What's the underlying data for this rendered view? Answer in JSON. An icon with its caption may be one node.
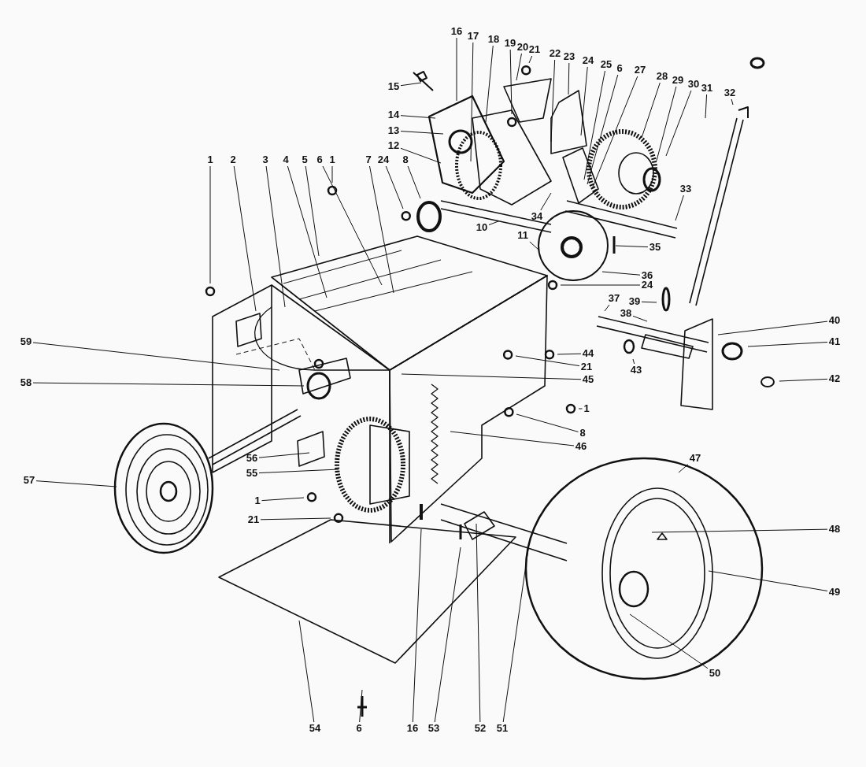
{
  "diagram": {
    "nodes": [
      {
        "text": [
          "16"
        ]
      },
      {
        "text": [
          "17"
        ]
      },
      {
        "text": [
          "18"
        ]
      },
      {
        "text": [
          "19"
        ]
      },
      {
        "text": [
          "20"
        ]
      },
      {
        "text": [
          "21"
        ]
      },
      {
        "text": [
          "22"
        ]
      },
      {
        "text": [
          "23"
        ]
      },
      {
        "text": [
          "24"
        ]
      },
      {
        "text": [
          "25"
        ]
      },
      {
        "text": [
          "6"
        ]
      },
      {
        "text": [
          "27"
        ]
      },
      {
        "text": [
          "28"
        ]
      },
      {
        "text": [
          "29"
        ]
      },
      {
        "text": [
          "30"
        ]
      },
      {
        "text": [
          "31"
        ]
      },
      {
        "text": [
          "32"
        ]
      },
      {
        "text": [
          "15"
        ]
      },
      {
        "text": [
          "14"
        ]
      },
      {
        "text": [
          "13"
        ]
      },
      {
        "text": [
          "12"
        ]
      },
      {
        "text": [
          "1"
        ]
      },
      {
        "text": [
          "2"
        ]
      },
      {
        "text": [
          "3"
        ]
      },
      {
        "text": [
          "4"
        ]
      },
      {
        "text": [
          "5"
        ]
      },
      {
        "text": [
          "6"
        ]
      },
      {
        "text": [
          "1"
        ]
      },
      {
        "text": [
          "7"
        ]
      },
      {
        "text": [
          "24"
        ]
      },
      {
        "text": [
          "8"
        ]
      },
      {
        "text": [
          "33"
        ]
      },
      {
        "text": [
          "34"
        ]
      },
      {
        "text": [
          "10"
        ]
      },
      {
        "text": [
          "11"
        ]
      },
      {
        "text": [
          "35"
        ]
      },
      {
        "text": [
          "36"
        ]
      },
      {
        "text": [
          "24"
        ]
      },
      {
        "text": [
          "37"
        ]
      },
      {
        "text": [
          "39"
        ]
      },
      {
        "text": [
          "38"
        ]
      },
      {
        "text": [
          "40"
        ]
      },
      {
        "text": [
          "59"
        ]
      },
      {
        "text": [
          "41"
        ]
      },
      {
        "text": [
          "44"
        ]
      },
      {
        "text": [
          "21"
        ]
      },
      {
        "text": [
          "43"
        ]
      },
      {
        "text": [
          "45"
        ]
      },
      {
        "text": [
          "42"
        ]
      },
      {
        "text": [
          "58"
        ]
      },
      {
        "text": [
          "1"
        ]
      },
      {
        "text": [
          "8"
        ]
      },
      {
        "text": [
          "46"
        ]
      },
      {
        "text": [
          "47"
        ]
      },
      {
        "text": [
          "56"
        ]
      },
      {
        "text": [
          "55"
        ]
      },
      {
        "text": [
          "57"
        ]
      },
      {
        "text": [
          "1"
        ]
      },
      {
        "text": [
          "21"
        ]
      },
      {
        "text": [
          "48"
        ]
      },
      {
        "text": [
          "49"
        ]
      },
      {
        "text": [
          "50"
        ]
      },
      {
        "text": [
          "54"
        ]
      },
      {
        "text": [
          "6"
        ]
      },
      {
        "text": [
          "16"
        ]
      },
      {
        "text": [
          "53"
        ]
      },
      {
        "text": [
          "52"
        ]
      },
      {
        "text": [
          "51"
        ]
      }
    ],
    "edges": [
      {
        "from": 0,
        "to": null,
        "arrow": "none"
      },
      {
        "from": 1,
        "to": null,
        "arrow": "none"
      },
      {
        "from": 2,
        "to": null,
        "arrow": "none"
      },
      {
        "from": 3,
        "to": null,
        "arrow": "none"
      },
      {
        "from": 4,
        "to": null,
        "arrow": "none"
      },
      {
        "from": 5,
        "to": null,
        "arrow": "none"
      },
      {
        "from": 6,
        "to": null,
        "arrow": "none"
      },
      {
        "from": 7,
        "to": null,
        "arrow": "none"
      },
      {
        "from": 8,
        "to": null,
        "arrow": "none"
      },
      {
        "from": 9,
        "to": null,
        "arrow": "none"
      },
      {
        "from": 10,
        "to": null,
        "arrow": "none"
      },
      {
        "from": 11,
        "to": null,
        "arrow": "none"
      },
      {
        "from": 12,
        "to": null,
        "arrow": "none"
      },
      {
        "from": 13,
        "to": null,
        "arrow": "none"
      },
      {
        "from": 14,
        "to": null,
        "arrow": "none"
      },
      {
        "from": 15,
        "to": null,
        "arrow": "none"
      },
      {
        "from": 16,
        "to": null,
        "arrow": "none"
      },
      {
        "from": 17,
        "to": null,
        "arrow": "none"
      },
      {
        "from": 18,
        "to": null,
        "arrow": "none"
      },
      {
        "from": 19,
        "to": null,
        "arrow": "none"
      },
      {
        "from": 20,
        "to": null,
        "arrow": "none"
      },
      {
        "from": 21,
        "to": null,
        "arrow": "none"
      },
      {
        "from": 22,
        "to": null,
        "arrow": "none"
      },
      {
        "from": 23,
        "to": null,
        "arrow": "none"
      },
      {
        "from": 24,
        "to": null,
        "arrow": "none"
      },
      {
        "from": 25,
        "to": null,
        "arrow": "none"
      },
      {
        "from": 26,
        "to": null,
        "arrow": "none"
      },
      {
        "from": 27,
        "to": null,
        "arrow": "none"
      },
      {
        "from": 28,
        "to": null,
        "arrow": "none"
      },
      {
        "from": 29,
        "to": null,
        "arrow": "none"
      },
      {
        "from": 30,
        "to": null,
        "arrow": "none"
      },
      {
        "from": 31,
        "to": null,
        "arrow": "none"
      },
      {
        "from": 32,
        "to": null,
        "arrow": "none"
      },
      {
        "from": 33,
        "to": null,
        "arrow": "none"
      },
      {
        "from": 34,
        "to": null,
        "arrow": "none"
      },
      {
        "from": 35,
        "to": null,
        "arrow": "none"
      },
      {
        "from": 36,
        "to": null,
        "arrow": "none"
      },
      {
        "from": 37,
        "to": null,
        "arrow": "none"
      },
      {
        "from": 38,
        "to": null,
        "arrow": "none"
      },
      {
        "from": 39,
        "to": null,
        "arrow": "none"
      },
      {
        "from": 40,
        "to": null,
        "arrow": "none"
      },
      {
        "from": 41,
        "to": null,
        "arrow": "none"
      },
      {
        "from": 42,
        "to": null,
        "arrow": "none"
      },
      {
        "from": 43,
        "to": null,
        "arrow": "none"
      },
      {
        "from": 44,
        "to": null,
        "arrow": "none"
      },
      {
        "from": 45,
        "to": null,
        "arrow": "none"
      },
      {
        "from": 46,
        "to": null,
        "arrow": "none"
      },
      {
        "from": 47,
        "to": null,
        "arrow": "none"
      },
      {
        "from": 48,
        "to": null,
        "arrow": "none"
      },
      {
        "from": 49,
        "to": null,
        "arrow": "none"
      },
      {
        "from": 50,
        "to": null,
        "arrow": "none"
      },
      {
        "from": 51,
        "to": null,
        "arrow": "none"
      },
      {
        "from": 52,
        "to": null,
        "arrow": "none"
      },
      {
        "from": 53,
        "to": null,
        "arrow": "none"
      },
      {
        "from": 54,
        "to": null,
        "arrow": "none"
      },
      {
        "from": 55,
        "to": null,
        "arrow": "none"
      },
      {
        "from": 56,
        "to": null,
        "arrow": "none"
      },
      {
        "from": 57,
        "to": null,
        "arrow": "none"
      },
      {
        "from": 58,
        "to": null,
        "arrow": "none"
      },
      {
        "from": 59,
        "to": null,
        "arrow": "none"
      },
      {
        "from": 60,
        "to": null,
        "arrow": "none"
      },
      {
        "from": 61,
        "to": null,
        "arrow": "none"
      },
      {
        "from": 62,
        "to": null,
        "arrow": "none"
      },
      {
        "from": 63,
        "to": null,
        "arrow": "none"
      },
      {
        "from": 64,
        "to": null,
        "arrow": "none"
      },
      {
        "from": 65,
        "to": null,
        "arrow": "none"
      },
      {
        "from": 66,
        "to": null,
        "arrow": "none"
      },
      {
        "from": 67,
        "to": null,
        "arrow": "none"
      }
    ]
  }
}
